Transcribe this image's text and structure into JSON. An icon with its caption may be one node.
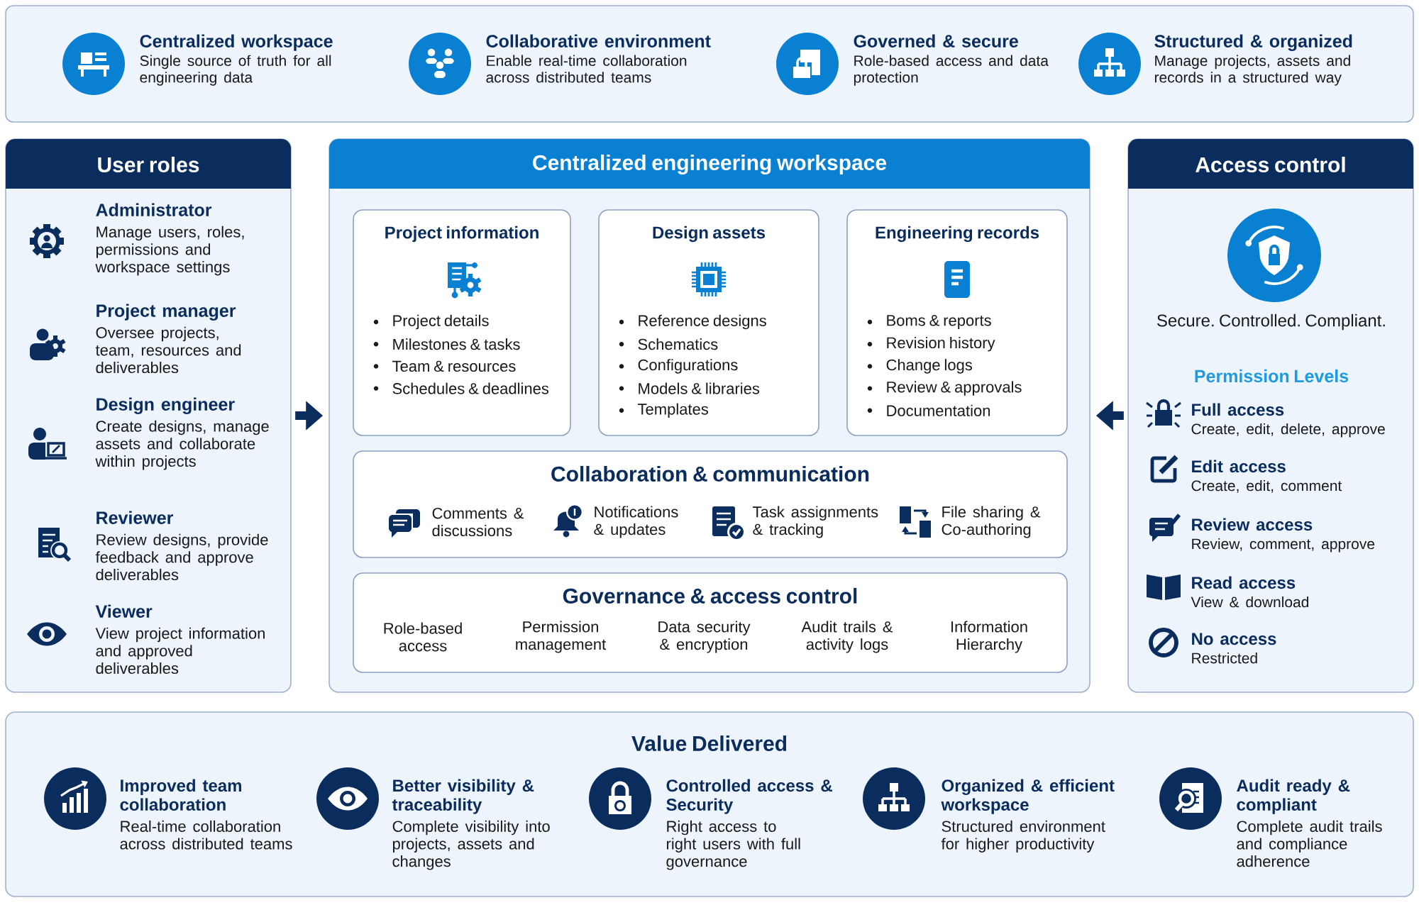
{
  "diagram": {
    "nodes": [
      {
        "text": [],
        "shape": "box"
      },
      {
        "text": [
          "Centralized workspace",
          "Single source of truth for all engineering data"
        ],
        "in": 0
      },
      {
        "text": [
          "Collaborative environment",
          "Enable real-time collaboration across distributed teams"
        ],
        "in": 0
      },
      {
        "text": [
          "Governed & secure",
          "Role-based access and data protection"
        ],
        "in": 0
      },
      {
        "text": [
          "Structured & organized",
          "Manage projects, assets and records in a structured way"
        ],
        "in": 0
      },
      {
        "text": [
          "User roles"
        ]
      },
      {
        "text": [
          "Administrator",
          "Manage users, roles, permissions and workspace settings"
        ],
        "in": 5
      },
      {
        "text": [
          "Project manager",
          "Oversee projects, team, resources and deliverables"
        ],
        "in": 5
      },
      {
        "text": [
          "Design engineer",
          "Create designs, manage assets and collaborate within projects"
        ],
        "in": 5
      },
      {
        "text": [
          "Reviewer",
          "Review designs, provide feedback and approve deliverables"
        ],
        "in": 5
      },
      {
        "text": [
          "Viewer",
          "View project information and approved deliverables"
        ],
        "in": 5
      },
      {
        "text": [
          "Centralized engineering workspace"
        ]
      },
      {
        "text": [
          "Project information",
          "Project details",
          "Milestones & tasks",
          "Team & resources",
          "Schedules & deadlines"
        ],
        "in": 11
      },
      {
        "text": [
          "Design assets",
          "Reference designs",
          "Schematics",
          "Configurations",
          "Models & libraries",
          "Templates"
        ],
        "in": 11
      },
      {
        "text": [
          "Engineering records",
          "Boms & reports",
          "Revision history",
          "Change logs",
          "Review & approvals",
          "Documentation"
        ],
        "in": 11
      },
      {
        "text": [
          "Collaboration & communication",
          "Comments & discussions",
          "Notifications & updates",
          "Task assignments & tracking",
          "File sharing & Co-authoring"
        ],
        "in": 11
      },
      {
        "text": [
          "Governance & access control",
          "Role-based access",
          "Permission management",
          "Data security & encryption",
          "Audit trails & activity logs",
          "Information Hierarchy"
        ],
        "in": 11
      },
      {
        "text": [
          "Access control",
          "Secure. Controlled. Compliant.",
          "Permission Levels"
        ]
      },
      {
        "text": [
          "Full access",
          "Create, edit, delete, approve"
        ],
        "in": 17
      },
      {
        "text": [
          "Edit access",
          "Create, edit, comment"
        ],
        "in": 17
      },
      {
        "text": [
          "Review access",
          "Review, comment, approve"
        ],
        "in": 17
      },
      {
        "text": [
          "Read access",
          "View & download"
        ],
        "in": 17
      },
      {
        "text": [
          "No access",
          "Restricted"
        ],
        "in": 17
      },
      {
        "text": [
          "Value Delivered"
        ]
      },
      {
        "text": [
          "Improved team collaboration",
          "Real-time collaboration across distributed teams"
        ],
        "in": 23
      },
      {
        "text": [
          "Better visibility & traceability",
          "Complete visibility into projects, assets and changes"
        ],
        "in": 23
      },
      {
        "text": [
          "Controlled access & Security",
          "Right access to right users with full governance"
        ],
        "in": 23
      },
      {
        "text": [
          "Organized & efficient workspace",
          "Structured environment for higher productivity"
        ],
        "in": 23
      },
      {
        "text": [
          "Audit ready & compliant",
          "Complete audit trails and compliance adherence"
        ],
        "in": 23
      }
    ],
    "edges": [
      {
        "from": 5,
        "to": 11,
        "arrow": "to"
      },
      {
        "from": 17,
        "to": 11,
        "arrow": "to"
      }
    ]
  }
}
